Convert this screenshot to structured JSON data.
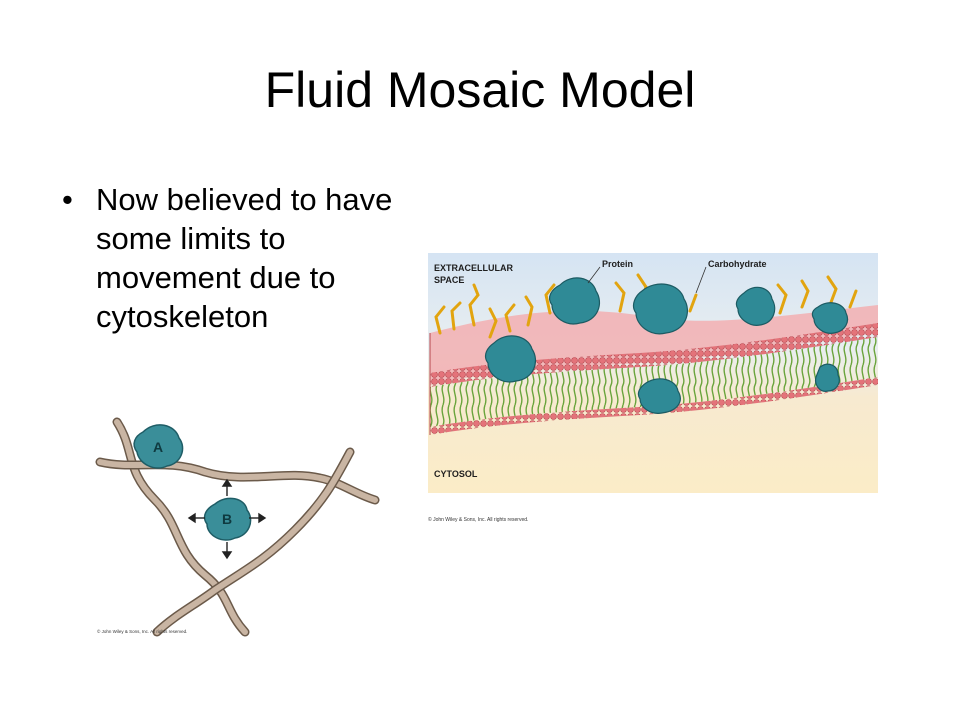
{
  "slide": {
    "title": "Fluid Mosaic Model",
    "bullets": [
      "Now believed to have some limits to movement due to cytoskeleton"
    ]
  },
  "cytoskeleton_figure": {
    "protein_a_label": "A",
    "protein_b_label": "B",
    "copyright": "© John Wiley & Sons, Inc. All rights reserved."
  },
  "membrane_figure": {
    "extracellular_label_line1": "EXTRACELLULAR",
    "extracellular_label_line2": "SPACE",
    "protein_label": "Protein",
    "carbohydrate_label": "Carbohydrate",
    "cytosol_label": "CYTOSOL",
    "copyright": "© John Wiley & Sons, Inc. All rights reserved.",
    "colors": {
      "extracellular_bg": "#dce9f5",
      "cytosol_bg": "#fbecc7",
      "lipid_head": "#e4737a",
      "lipid_tail": "#6aa43c",
      "protein": "#2f8a96",
      "carbohydrate": "#f2b61c"
    }
  }
}
